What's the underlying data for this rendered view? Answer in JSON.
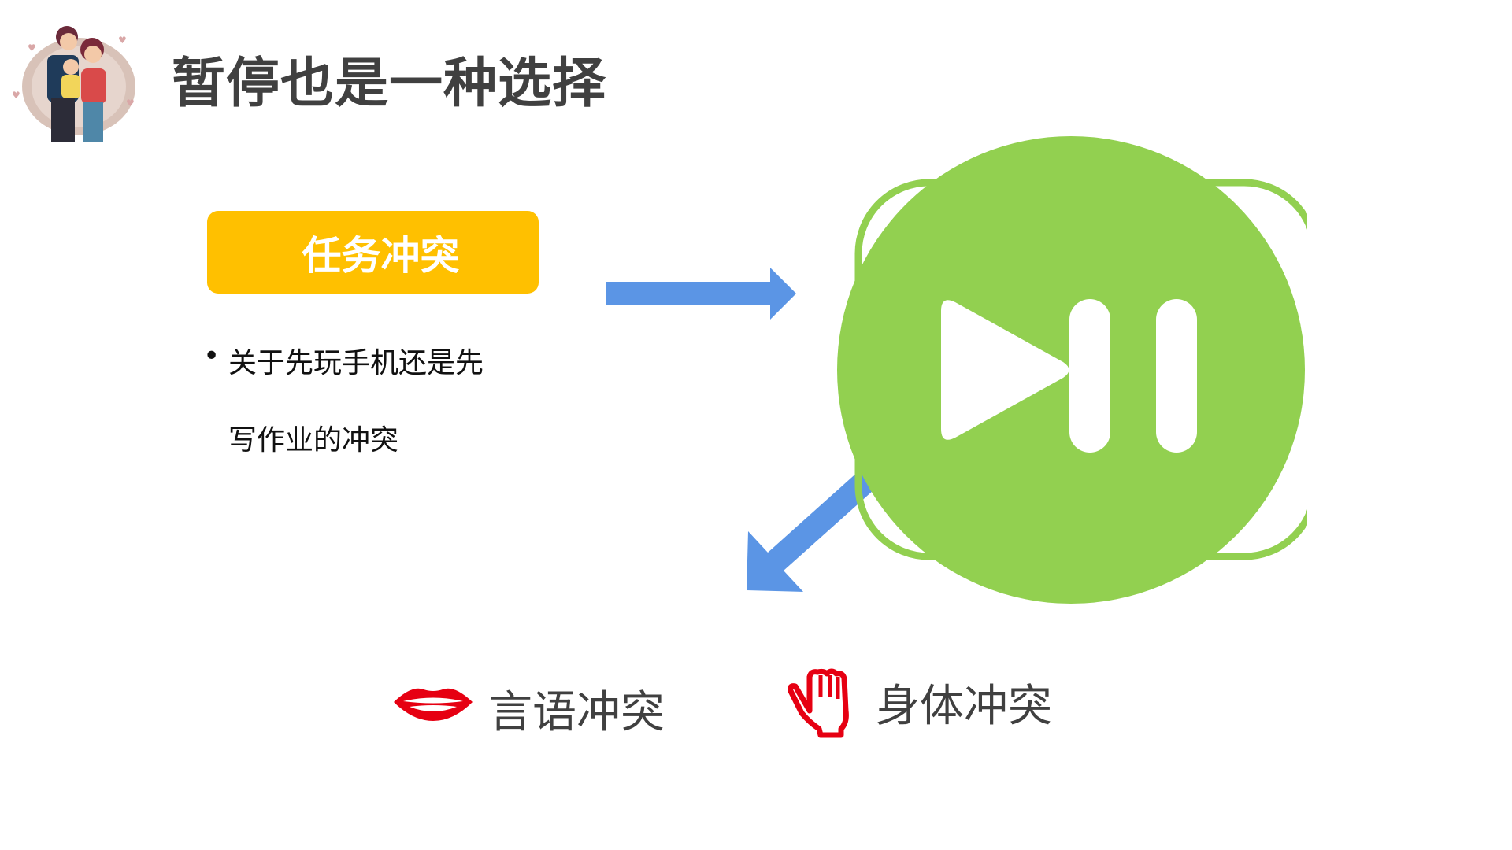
{
  "title": "暂停也是一种选择",
  "task_box": {
    "label": "任务冲突",
    "color": "#FFC000"
  },
  "bullet": {
    "line1": "关于先玩手机还是先",
    "line2": "写作业的冲突"
  },
  "pause_icon_color": "#92D050",
  "arrow_color": "#5B95E5",
  "conflicts": [
    {
      "icon": "lips-icon",
      "label": "言语冲突"
    },
    {
      "icon": "hand-icon",
      "label": "身体冲突"
    }
  ],
  "accent_red": "#E60012"
}
